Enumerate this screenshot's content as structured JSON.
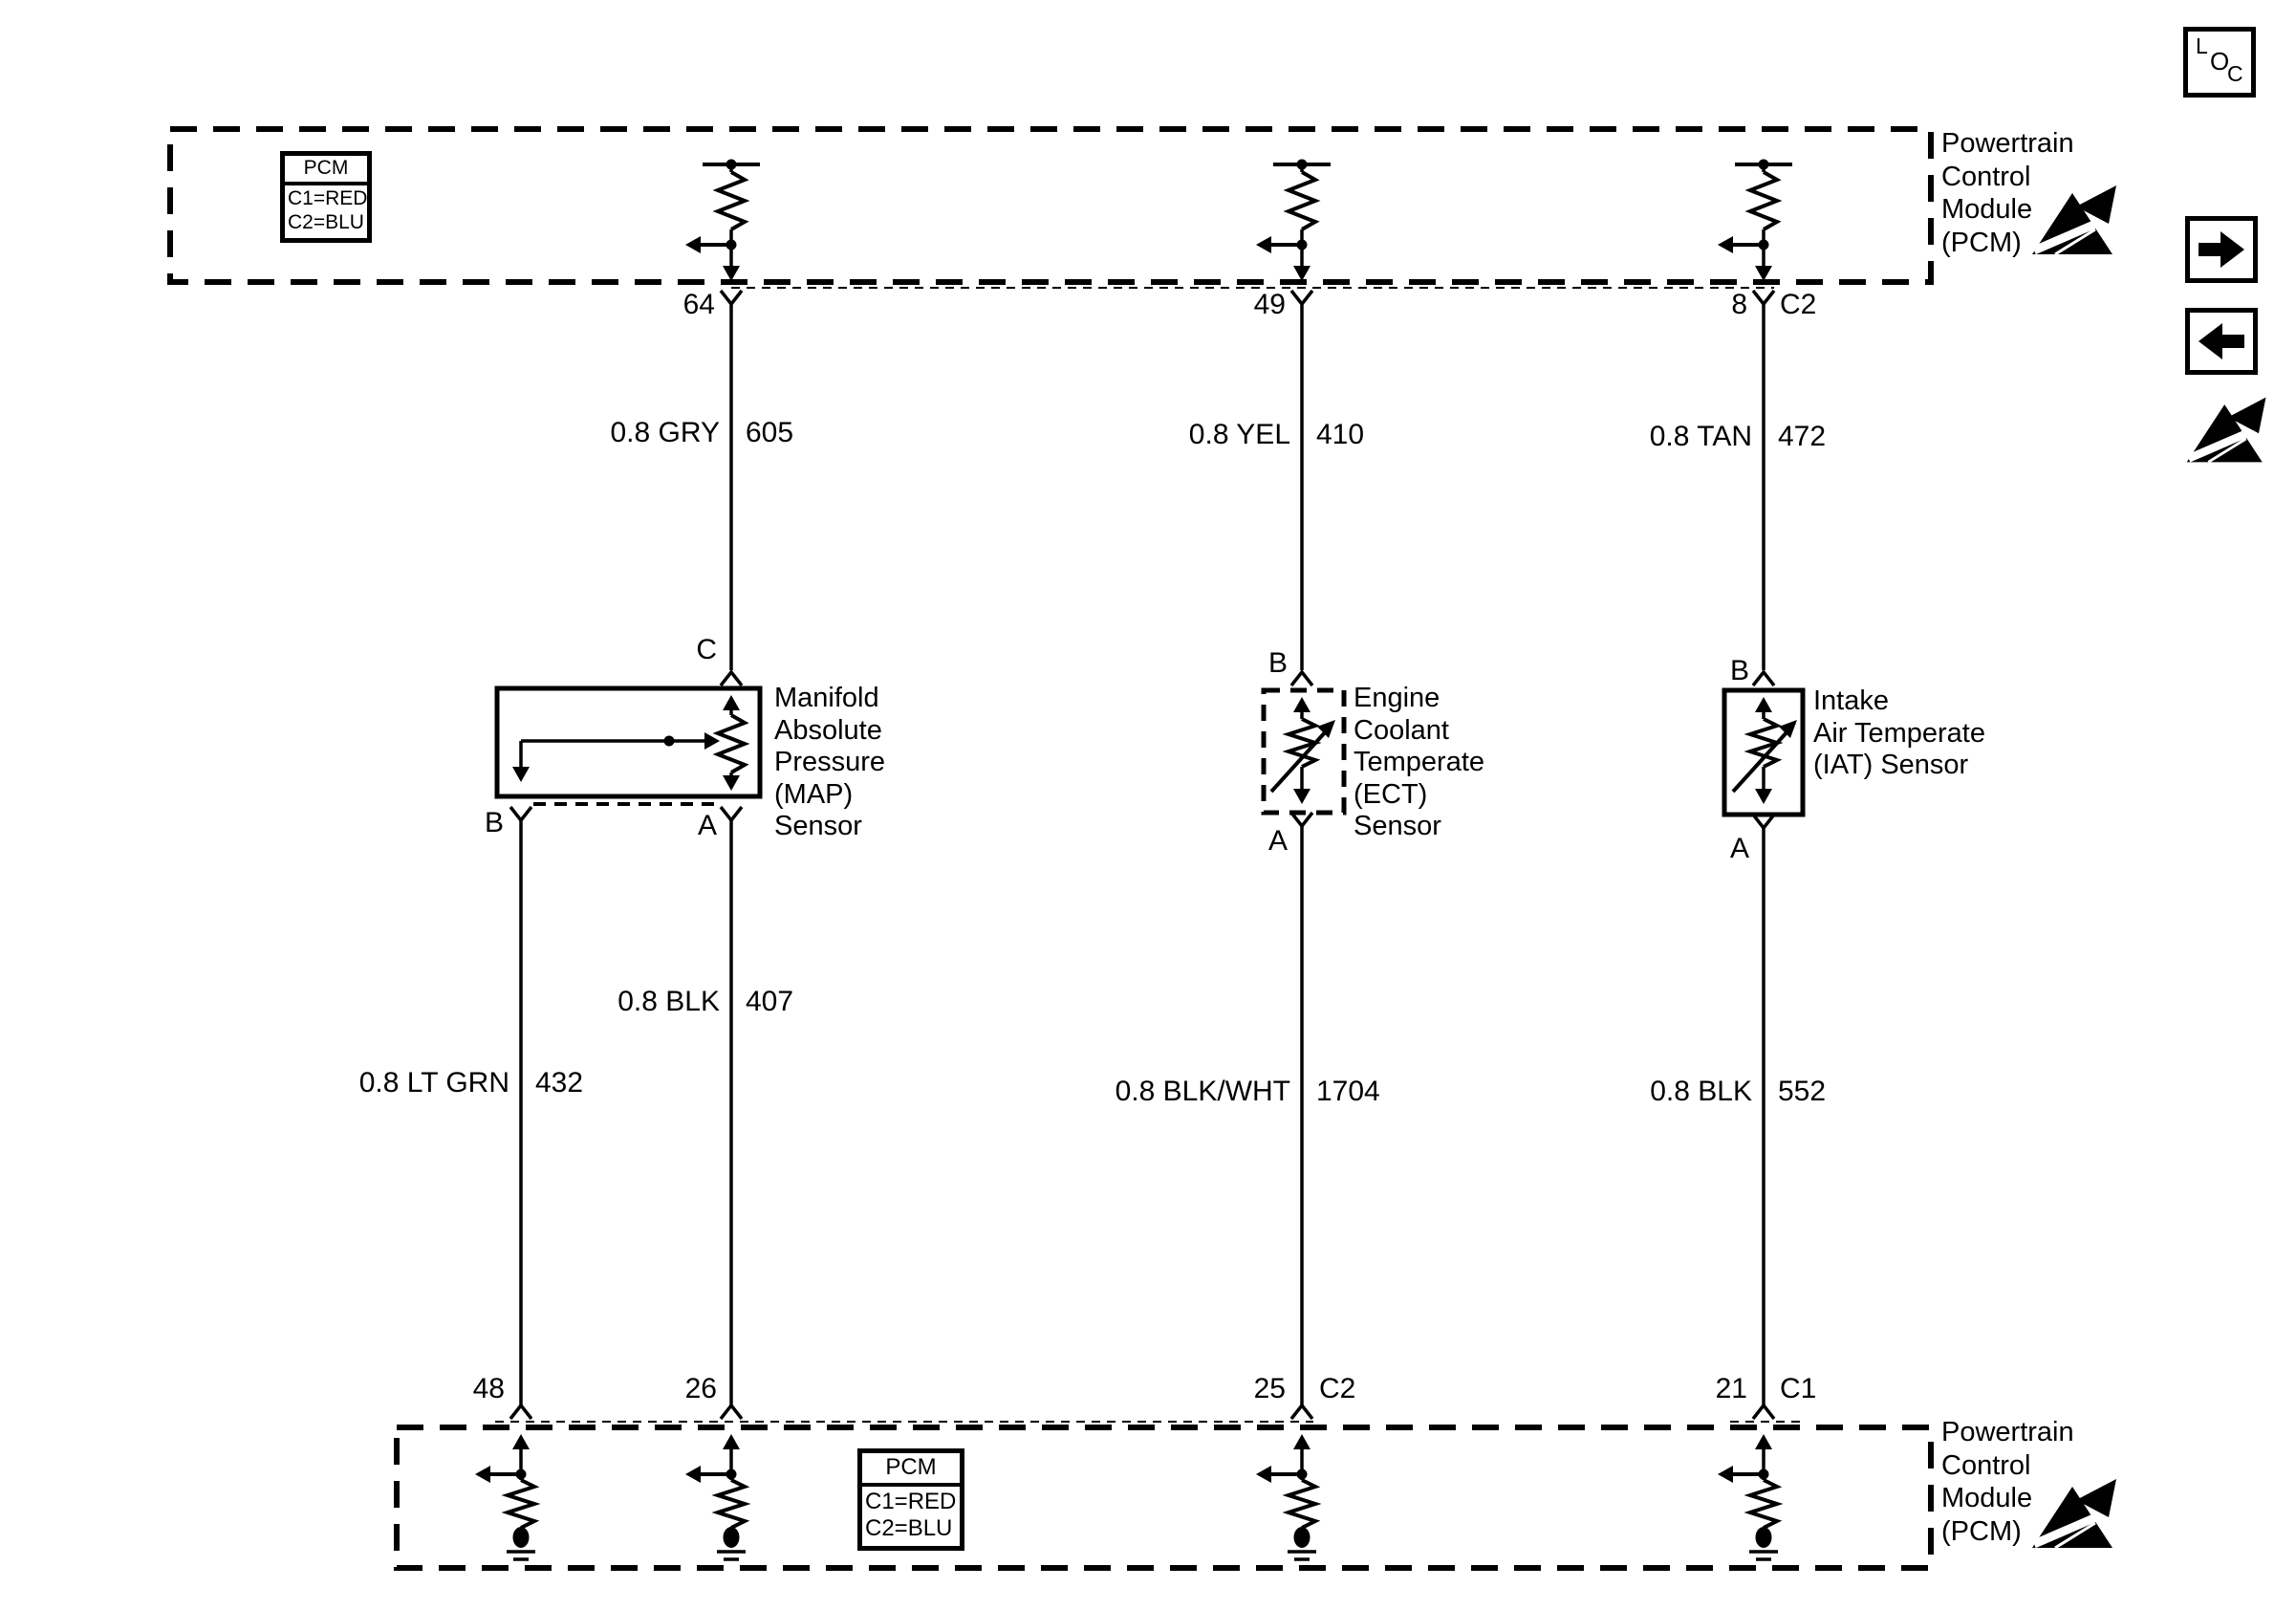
{
  "colors": {
    "line": "#000000",
    "background": "#ffffff"
  },
  "nav": {
    "loc": {
      "l": "L",
      "o": "O",
      "c": "C"
    }
  },
  "pcm": {
    "tag": "PCM",
    "c1": "C1=RED",
    "c2": "C2=BLU",
    "name": [
      "Powertrain",
      "Control",
      "Module",
      "(PCM)"
    ]
  },
  "connectors": {
    "top": {
      "p64": "64",
      "p49": "49",
      "p8": "8",
      "c2": "C2"
    },
    "bottom": {
      "p48": "48",
      "p26": "26",
      "p25": "25",
      "c2": "C2",
      "p21": "21",
      "c1": "C1"
    }
  },
  "wires": {
    "gry": {
      "label": "0.8 GRY",
      "circuit": "605"
    },
    "yel": {
      "label": "0.8 YEL",
      "circuit": "410"
    },
    "tan": {
      "label": "0.8 TAN",
      "circuit": "472"
    },
    "blk407": {
      "label": "0.8 BLK",
      "circuit": "407"
    },
    "ltgrn": {
      "label": "0.8 LT GRN",
      "circuit": "432"
    },
    "blkwht": {
      "label": "0.8 BLK/WHT",
      "circuit": "1704"
    },
    "blk552": {
      "label": "0.8 BLK",
      "circuit": "552"
    }
  },
  "sensors": {
    "map": {
      "pins": {
        "c": "C",
        "b": "B",
        "a": "A"
      },
      "name": [
        "Manifold",
        "Absolute",
        "Pressure",
        "(MAP)",
        "Sensor"
      ]
    },
    "ect": {
      "pins": {
        "b": "B",
        "a": "A"
      },
      "name": [
        "Engine",
        "Coolant",
        "Temperate",
        "(ECT)",
        "Sensor"
      ]
    },
    "iat": {
      "pins": {
        "b": "B",
        "a": "A"
      },
      "name": [
        "Intake",
        "Air Temperate",
        "(IAT) Sensor"
      ]
    }
  }
}
